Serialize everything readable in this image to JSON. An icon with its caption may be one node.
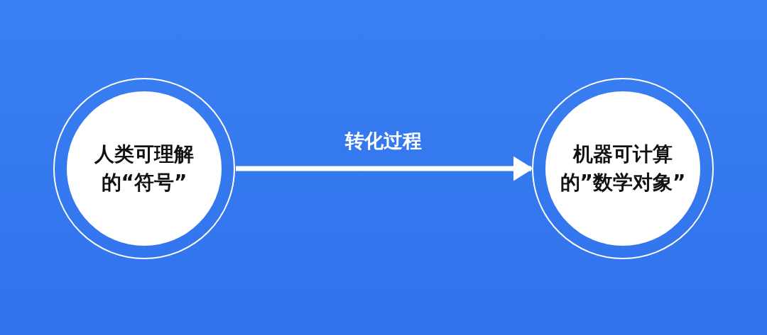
{
  "diagram": {
    "nodes": [
      {
        "text": [
          "人类可理解的“符号”"
        ]
      },
      {
        "text": [
          "机器可计算的”数学对象”"
        ]
      }
    ],
    "edges": [
      {
        "from": 0,
        "to": 1,
        "arrow": "to",
        "label": "转化过程"
      }
    ]
  }
}
